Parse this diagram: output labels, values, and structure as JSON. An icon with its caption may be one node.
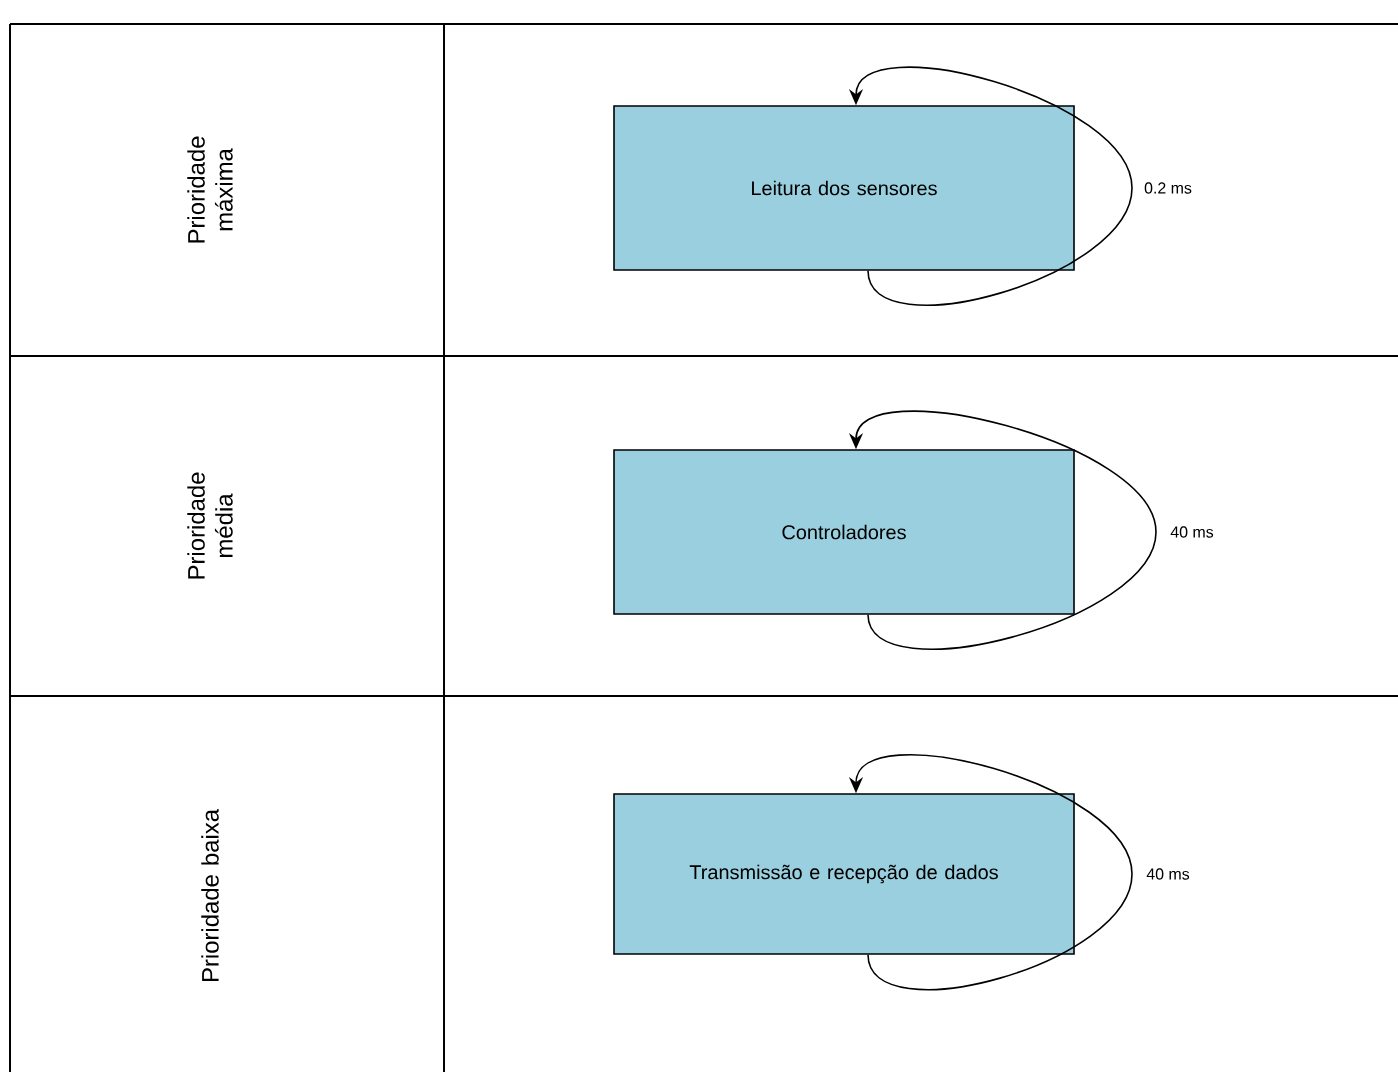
{
  "diagram": {
    "nodes": [
      {
        "text": [
          "Leitura dos sensores"
        ]
      },
      {
        "text": [
          "Controladores"
        ]
      },
      {
        "text": [
          "Transmissão e recepção de dados"
        ]
      }
    ],
    "edges": [
      {
        "from": 0,
        "to": 0,
        "arrow": "to",
        "label": "0.2 ms"
      },
      {
        "from": 1,
        "to": 1,
        "arrow": "to",
        "label": "40 ms"
      },
      {
        "from": 2,
        "to": 2,
        "arrow": "to",
        "label": "40 ms"
      }
    ],
    "labels": [
      "Prioridade máxima",
      "Prioridade média",
      "Prioridade baixa"
    ]
  }
}
